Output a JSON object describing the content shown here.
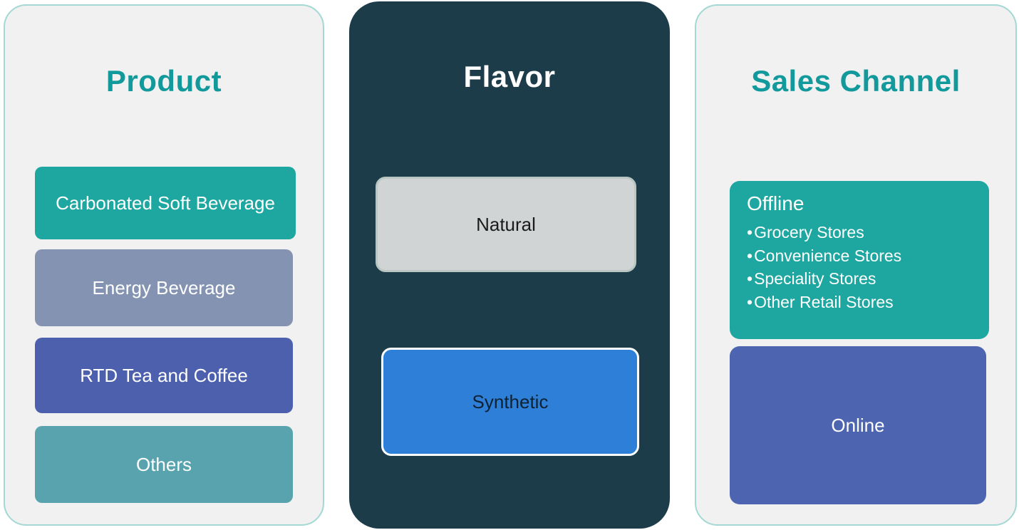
{
  "columns": [
    {
      "title": "Product",
      "title_color": "#12999b",
      "items": [
        {
          "label": "Carbonated Soft Beverage",
          "color": "#1ea7a0",
          "text_color": "#ffffff"
        },
        {
          "label": "Energy Beverage",
          "color": "#8393b1",
          "text_color": "#ffffff"
        },
        {
          "label": "RTD Tea and Coffee",
          "color": "#4c60ad",
          "text_color": "#ffffff"
        },
        {
          "label": "Others",
          "color": "#58a3ae",
          "text_color": "#ffffff"
        }
      ]
    },
    {
      "title": "Flavor",
      "title_color": "#ffffff",
      "items": [
        {
          "label": "Natural",
          "color": "#d1d4d4",
          "text_color": "#1b1b1b",
          "border_color": "#b9c6c2"
        },
        {
          "label": "Synthetic",
          "color": "#2e7fd8",
          "text_color": "#0e2233",
          "border_color": "#ffffff"
        }
      ]
    },
    {
      "title": "Sales Channel",
      "title_color": "#12999b",
      "items": [
        {
          "label": "Offline",
          "color": "#1ea7a0",
          "text_color": "#ffffff",
          "bullets": [
            "Grocery Stores",
            "Convenience Stores",
            "Speciality Stores",
            "Other Retail Stores"
          ]
        },
        {
          "label": "Online",
          "color": "#4d64b0",
          "text_color": "#ffffff"
        }
      ]
    }
  ]
}
